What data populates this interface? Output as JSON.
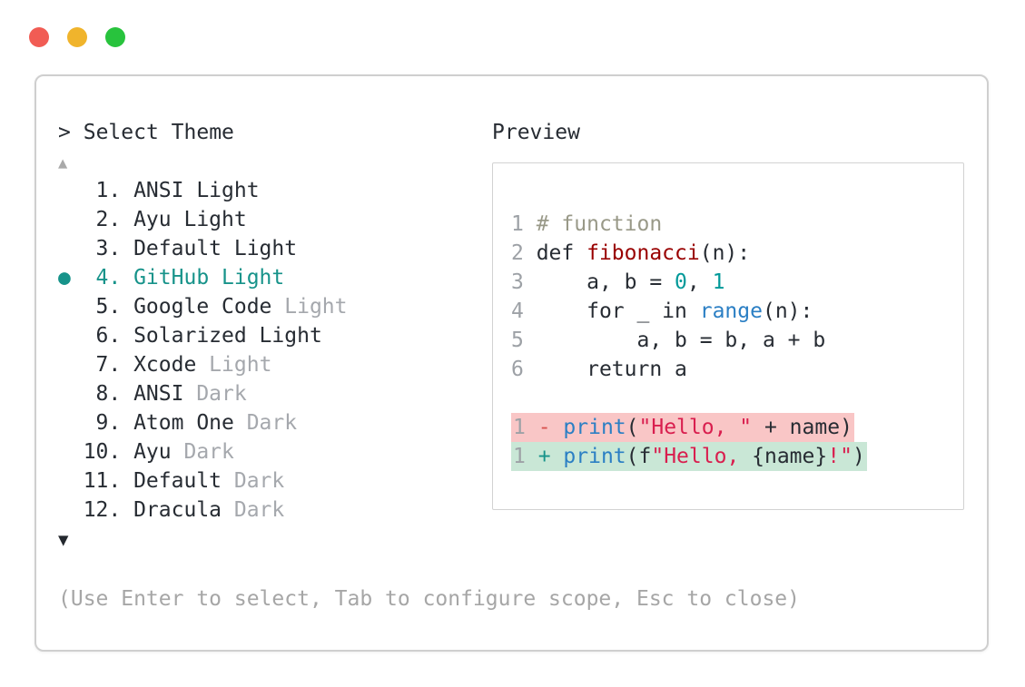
{
  "window": {
    "traffic_lights": [
      {
        "name": "close",
        "color": "#f15c54"
      },
      {
        "name": "minimize",
        "color": "#f0b42c"
      },
      {
        "name": "zoom",
        "color": "#28c33d"
      }
    ]
  },
  "picker": {
    "prompt_marker": ">",
    "title": "Select Theme",
    "scroll_up_icon": "▲",
    "scroll_down_icon": "▼",
    "selected_indicator": "●",
    "items": [
      {
        "number": " 1.",
        "name": "ANSI Light",
        "dim": "",
        "selected": false
      },
      {
        "number": " 2.",
        "name": "Ayu Light",
        "dim": "",
        "selected": false
      },
      {
        "number": " 3.",
        "name": "Default Light",
        "dim": "",
        "selected": false
      },
      {
        "number": " 4.",
        "name": "GitHub Light",
        "dim": "",
        "selected": true
      },
      {
        "number": " 5.",
        "name": "Google Code",
        "dim": "Light",
        "selected": false
      },
      {
        "number": " 6.",
        "name": "Solarized Light",
        "dim": "",
        "selected": false
      },
      {
        "number": " 7.",
        "name": "Xcode",
        "dim": "Light",
        "selected": false
      },
      {
        "number": " 8.",
        "name": "ANSI",
        "dim": "Dark",
        "selected": false
      },
      {
        "number": " 9.",
        "name": "Atom One",
        "dim": "Dark",
        "selected": false
      },
      {
        "number": "10.",
        "name": "Ayu",
        "dim": "Dark",
        "selected": false
      },
      {
        "number": "11.",
        "name": "Default",
        "dim": "Dark",
        "selected": false
      },
      {
        "number": "12.",
        "name": "Dracula",
        "dim": "Dark",
        "selected": false
      }
    ],
    "footer_hint": "(Use Enter to select, Tab to configure scope, Esc to close)"
  },
  "preview": {
    "label": "Preview",
    "lines": [
      {
        "tokens": [
          [
            "ln",
            "1 "
          ],
          [
            "comment",
            "# function"
          ]
        ]
      },
      {
        "tokens": [
          [
            "ln",
            "2 "
          ],
          [
            "plain",
            "def "
          ],
          [
            "fn",
            "fibonacci"
          ],
          [
            "plain",
            "(n):"
          ]
        ]
      },
      {
        "tokens": [
          [
            "ln",
            "3 "
          ],
          [
            "plain",
            "    a, b = "
          ],
          [
            "num",
            "0"
          ],
          [
            "plain",
            ", "
          ],
          [
            "num",
            "1"
          ]
        ]
      },
      {
        "tokens": [
          [
            "ln",
            "4 "
          ],
          [
            "plain",
            "    for _ in "
          ],
          [
            "builtin",
            "range"
          ],
          [
            "plain",
            "(n):"
          ]
        ]
      },
      {
        "tokens": [
          [
            "ln",
            "5 "
          ],
          [
            "plain",
            "        a, b = b, a + b"
          ]
        ]
      },
      {
        "tokens": [
          [
            "ln",
            "6 "
          ],
          [
            "plain",
            "    return a"
          ]
        ]
      },
      {
        "blank": true
      },
      {
        "diff": "removed",
        "tokens": [
          [
            "ln",
            "1 "
          ],
          [
            "minus",
            "- "
          ],
          [
            "builtin",
            "print"
          ],
          [
            "plain",
            "("
          ],
          [
            "str",
            "\"Hello, \""
          ],
          [
            "plain",
            " + name)"
          ]
        ]
      },
      {
        "diff": "added",
        "tokens": [
          [
            "ln",
            "1 "
          ],
          [
            "plus",
            "+ "
          ],
          [
            "builtin",
            "print"
          ],
          [
            "plain",
            "(f"
          ],
          [
            "str",
            "\"Hello, "
          ],
          [
            "plain",
            "{name}"
          ],
          [
            "str",
            "!\""
          ],
          [
            "plain",
            ")"
          ]
        ]
      }
    ]
  },
  "colors": {
    "accent_teal": "#17938a",
    "text": "#272c33",
    "dim": "#a5a8ad",
    "line_number": "#9da1a6",
    "comment": "#999988",
    "function_name": "#990000",
    "number_literal": "#009999",
    "builtin": "#2b7fc4",
    "string": "#d91e4e",
    "diff_removed_bg": "#f9c6c6",
    "diff_added_bg": "#c9e7d6",
    "diff_minus": "#d9534f",
    "diff_plus": "#17938a"
  }
}
